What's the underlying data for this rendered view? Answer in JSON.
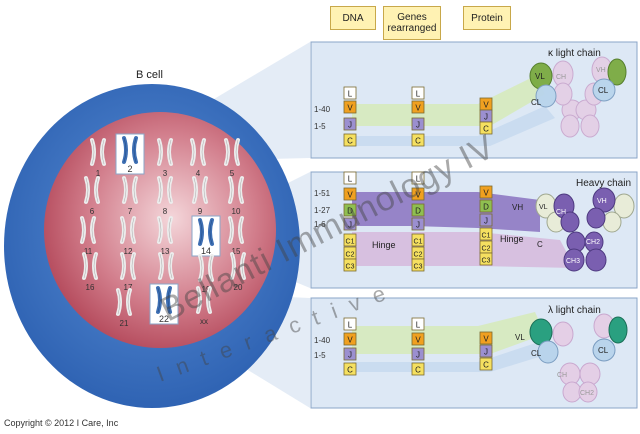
{
  "headers": {
    "dna": "DNA",
    "genes_line1": "Genes",
    "genes_line2": "rearranged",
    "protein": "Protein"
  },
  "cell": {
    "label": "B cell",
    "chromosomes": [
      "1",
      "2",
      "3",
      "4",
      "5",
      "6",
      "7",
      "8",
      "9",
      "10",
      "11",
      "12",
      "13",
      "14",
      "15",
      "16",
      "17",
      "18",
      "19",
      "20",
      "21",
      "22",
      "xx"
    ],
    "highlighted": [
      "2",
      "14",
      "22"
    ]
  },
  "kappa": {
    "title": "κ light chain",
    "dna_segments": [
      "L",
      "V",
      "J",
      "C"
    ],
    "dna_counts": [
      "1-40",
      "1-5"
    ],
    "rearranged": [
      "L",
      "V",
      "J",
      "C"
    ],
    "protein": [
      "V",
      "J",
      "C"
    ],
    "labels": {
      "vl": "VL",
      "cl": "CL",
      "vh": "VH",
      "ch": "CH"
    }
  },
  "heavy": {
    "title": "Heavy chain",
    "dna_segments": [
      "L",
      "V",
      "D",
      "J",
      "C1",
      "C2",
      "C3"
    ],
    "dna_counts": [
      "1-51",
      "1-27",
      "1-6"
    ],
    "rearranged": [
      "L",
      "V",
      "D",
      "J",
      "C1",
      "C2",
      "C3"
    ],
    "protein": [
      "V",
      "D",
      "J",
      "C1",
      "C2",
      "C3"
    ],
    "hinge": "Hinge",
    "labels": {
      "vh": "VH",
      "c": "C",
      "vl": "VL",
      "ch": "CH",
      "ch2": "CH2",
      "ch3": "CH3"
    }
  },
  "lambda": {
    "title": "λ light chain",
    "dna_segments": [
      "L",
      "V",
      "J",
      "C"
    ],
    "dna_counts": [
      "1-40",
      "1-5"
    ],
    "rearranged": [
      "L",
      "V",
      "J",
      "C"
    ],
    "protein": [
      "V",
      "J",
      "C"
    ],
    "labels": {
      "vl": "VL",
      "cl": "CL",
      "ch": "CH",
      "ch2": "CH2"
    }
  },
  "watermark": {
    "line1": "Bellanti Immunology IV",
    "line2": "Interactive"
  },
  "copyright": "Copyright © 2012 I Care, Inc",
  "colors": {
    "v": "#f0a020",
    "j": "#9b8fd0",
    "c": "#f5e060",
    "d": "#8fbf50",
    "kappa": "#7aaa40",
    "heavy": "#7a5fb0",
    "lambda": "#2aa080",
    "panel": "#dde8f5"
  }
}
